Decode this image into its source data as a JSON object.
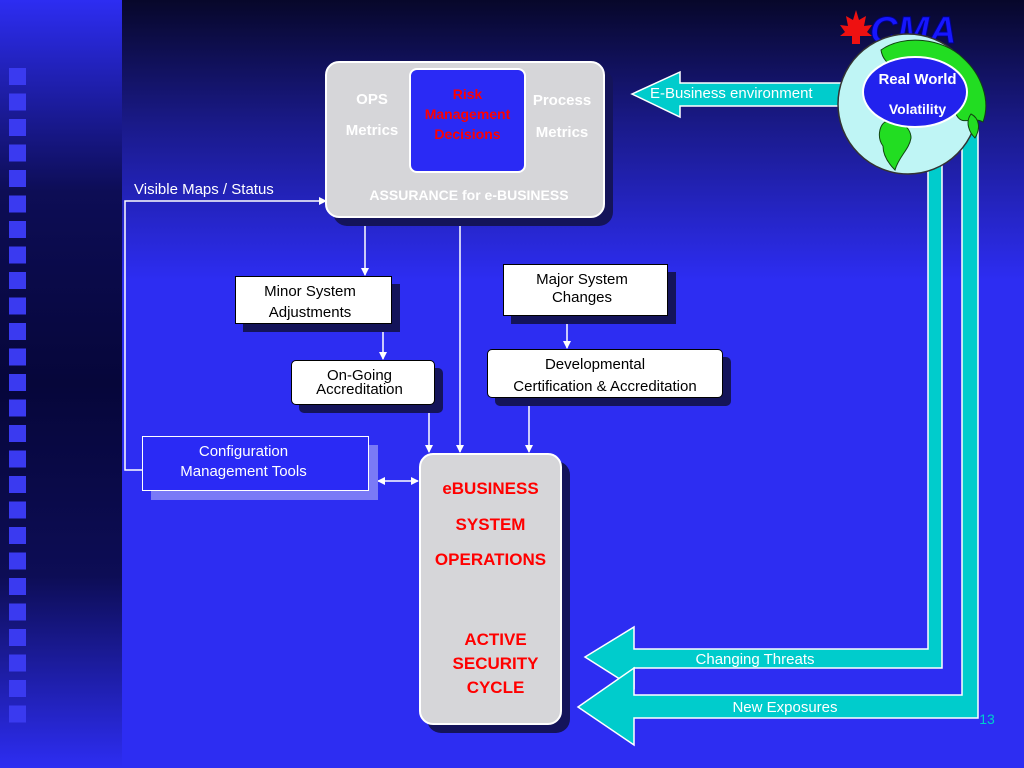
{
  "colors": {
    "background": "#2d2df2",
    "accent_red": "#ff0000",
    "cyan": "#00cccc",
    "panel": "#d6d6d9"
  },
  "logo": {
    "text": "CMA",
    "icon": "maple-leaf-icon"
  },
  "assurance_panel": {
    "ops": [
      "OPS",
      "Metrics"
    ],
    "risk": [
      "Risk",
      "Management",
      "Decisions"
    ],
    "process": [
      "Process",
      "Metrics"
    ],
    "title": "ASSURANCE for e-BUSINESS"
  },
  "globe": {
    "lines": [
      "Real World",
      "Volatility"
    ]
  },
  "e_business_environment": "E-Business environment",
  "visible_maps_status": "Visible Maps / Status",
  "minor_system_adjustments": [
    "Minor System",
    "Adjustments"
  ],
  "major_system_changes": [
    "Major System",
    "Changes"
  ],
  "on_going_accreditation": [
    "On-Going",
    "Accreditation"
  ],
  "developmental_cert": [
    "Developmental",
    "Certification & Accreditation"
  ],
  "configuration_tools": [
    "Configuration",
    "Management Tools"
  ],
  "operations_panel": {
    "lines": [
      "eBUSINESS",
      "SYSTEM",
      "OPERATIONS"
    ],
    "cycle": [
      "ACTIVE",
      "SECURITY",
      "CYCLE"
    ]
  },
  "changing_threats": "Changing Threats",
  "new_exposures": "New Exposures",
  "page_number": "13"
}
